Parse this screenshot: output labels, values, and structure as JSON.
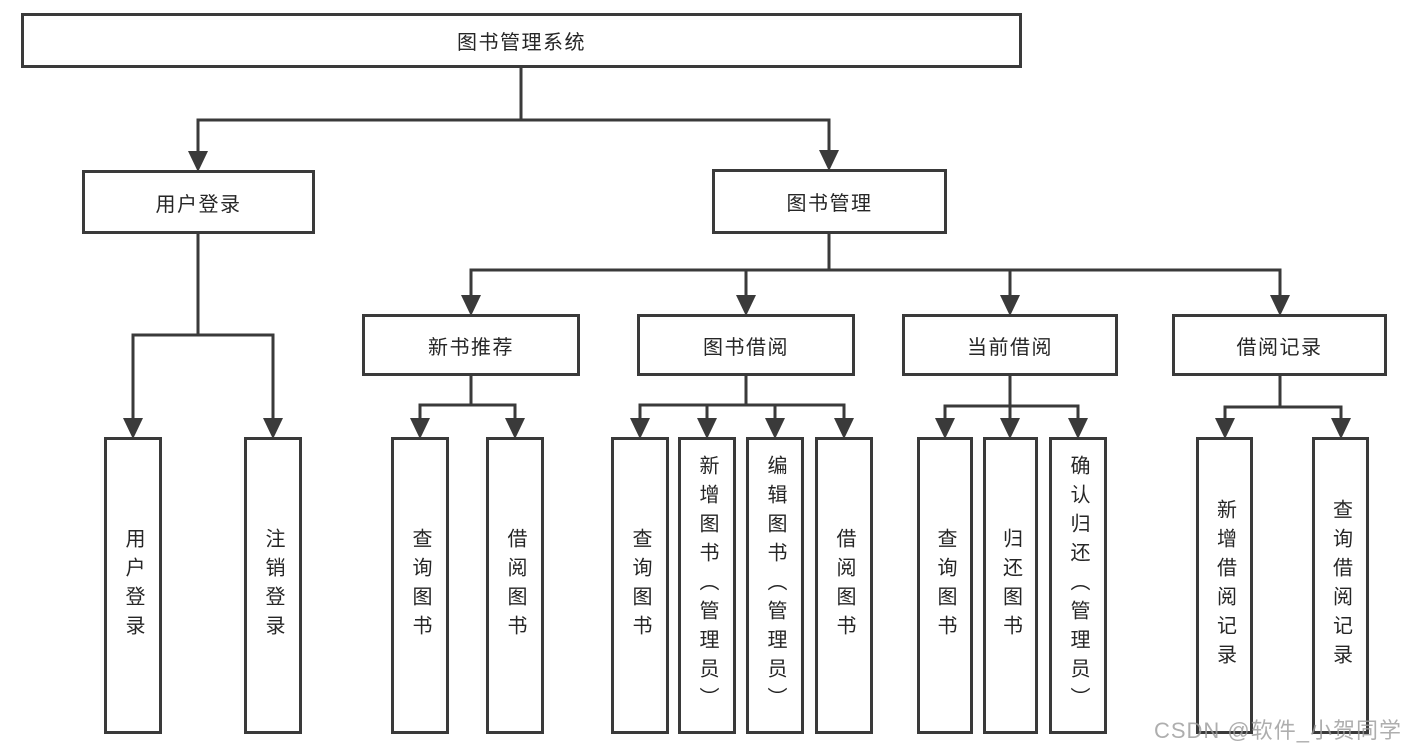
{
  "colors": {
    "line": "#3a3a3a",
    "text": "#262626",
    "box_background": "#ffffff",
    "watermark": "#9b9b9b"
  },
  "watermark": "CSDN @软件_小贺同学",
  "tree": {
    "root": {
      "label": "图书管理系统",
      "children": [
        {
          "label": "用户登录",
          "children": [
            {
              "label": "用户登录"
            },
            {
              "label": "注销登录"
            }
          ]
        },
        {
          "label": "图书管理",
          "children": [
            {
              "label": "新书推荐",
              "children": [
                {
                  "label": "查询图书"
                },
                {
                  "label": "借阅图书"
                }
              ]
            },
            {
              "label": "图书借阅",
              "children": [
                {
                  "label": "查询图书"
                },
                {
                  "label": "新增图书（管理员）"
                },
                {
                  "label": "编辑图书（管理员）"
                },
                {
                  "label": "借阅图书"
                }
              ]
            },
            {
              "label": "当前借阅",
              "children": [
                {
                  "label": "查询图书"
                },
                {
                  "label": "归还图书"
                },
                {
                  "label": "确认归还（管理员）"
                }
              ]
            },
            {
              "label": "借阅记录",
              "children": [
                {
                  "label": "新增借阅记录"
                },
                {
                  "label": "查询借阅记录"
                }
              ]
            }
          ]
        }
      ]
    }
  }
}
